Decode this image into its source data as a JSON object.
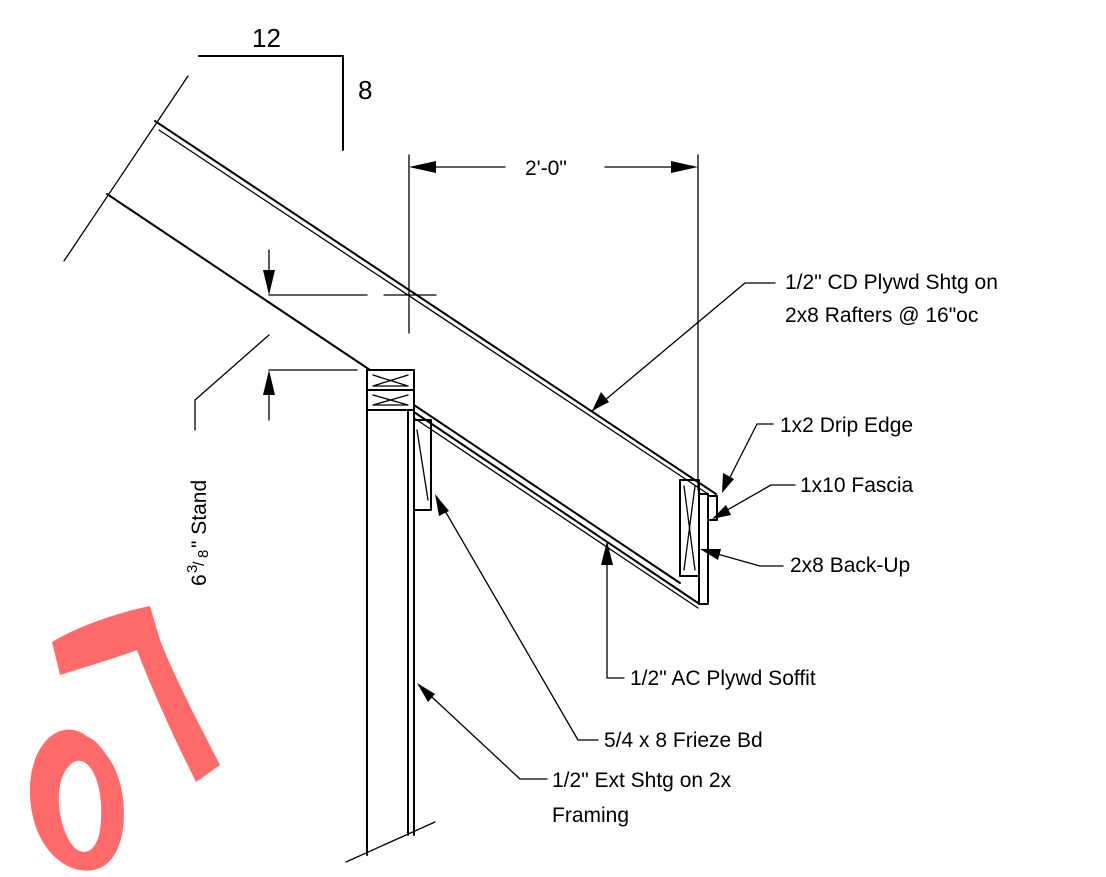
{
  "pitch": {
    "run": "12",
    "rise": "8"
  },
  "dimensions": {
    "overhang": "2'-0\"",
    "stand_whole": "6",
    "stand_num": "3",
    "stand_den": "8",
    "stand_suffix": "\" Stand"
  },
  "callouts": {
    "sheathing_line1": "1/2\" CD Plywd Shtg on",
    "sheathing_line2": "2x8 Rafters @ 16\"oc",
    "drip_edge": "1x2 Drip Edge",
    "fascia": "1x10 Fascia",
    "backup": "2x8 Back-Up",
    "soffit": "1/2\" AC Plywd Soffit",
    "frieze": "5/4 x 8 Frieze Bd",
    "ext_sheathing_line1": "1/2\" Ext Shtg on 2x",
    "ext_sheathing_line2": "Framing"
  },
  "watermark": {
    "text": "07",
    "color": "#ff5a5a"
  }
}
